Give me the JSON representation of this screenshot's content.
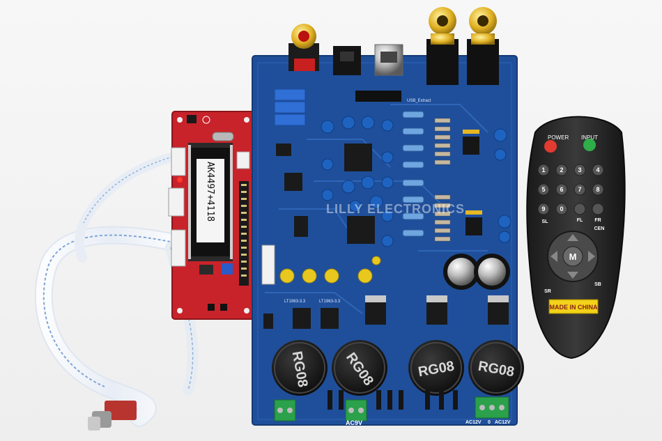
{
  "photo": {
    "subject": "AK4497 + AK4118 DAC board kit with display board and remote"
  },
  "display_board": {
    "chip_label": "AK4497+4118"
  },
  "main_board": {
    "watermark": "LILLY ELECTRONICS",
    "capacitor_labels": [
      "RG08",
      "RG08",
      "RG08",
      "RG08"
    ],
    "power_labels": {
      "left": "AC9V",
      "right_a": "AC12V",
      "right_mid": "0",
      "right_b": "AC12V"
    },
    "silk": {
      "usb": "USB_Extract",
      "reg1": "LT1963-3.3",
      "reg2": "LT1963-3.3"
    }
  },
  "remote": {
    "power_label": "POWER",
    "input_label": "INPUT",
    "digit_keys": [
      "1",
      "2",
      "3",
      "4",
      "5",
      "6",
      "7",
      "8",
      "9",
      "0"
    ],
    "fl": "FL",
    "fr": "FR",
    "sl": "SL",
    "cen": "CEN",
    "center_key": "M",
    "sr": "SR",
    "sb": "SB",
    "sticker": "MADE IN CHINA"
  },
  "colors": {
    "pcb_blue": "#1f4f9a",
    "pcb_red": "#c8232a",
    "remote_body": "#262626"
  }
}
